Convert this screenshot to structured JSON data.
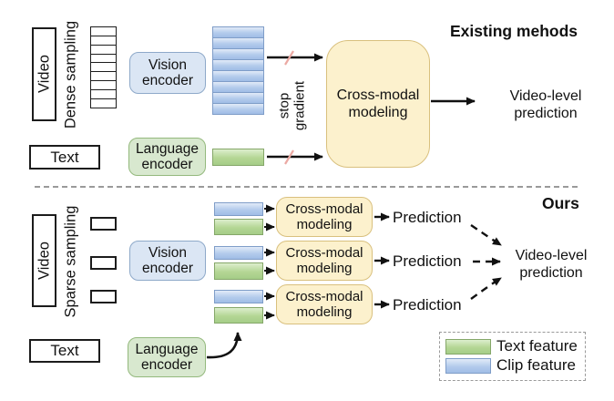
{
  "top": {
    "title": "Existing mehods",
    "video": "Video",
    "sampling": "Dense sampling",
    "text": "Text",
    "vision_encoder": "Vision encoder",
    "language_encoder": "Language encoder",
    "stop_gradient": "stop gradient",
    "cross_modal": "Cross-modal modeling",
    "video_level_prediction": "Video-level prediction"
  },
  "bottom": {
    "title": "Ours",
    "video": "Video",
    "sampling": "Sparse sampling",
    "text": "Text",
    "vision_encoder": "Vision encoder",
    "language_encoder": "Language encoder",
    "cross_modal_boxes": [
      "Cross-modal modeling",
      "Cross-modal modeling",
      "Cross-modal modeling"
    ],
    "predictions": [
      "Prediction",
      "Prediction",
      "Prediction"
    ],
    "video_level_prediction": "Video-level prediction"
  },
  "legend": {
    "text_feature": "Text feature",
    "clip_feature": "Clip feature"
  },
  "colors": {
    "vision_box_fill": "#dbe6f4",
    "vision_box_border": "#8ea9c9",
    "language_box_fill": "#d8e8cf",
    "language_box_border": "#94b97d",
    "cross_modal_fill": "#fcf1cd",
    "cross_modal_border": "#d9c07e",
    "clip_feature_fill": "#aec6e8",
    "clip_feature_border": "#7f9dc8",
    "text_feature_fill": "#aed08f",
    "text_feature_border": "#85a769",
    "stop_gradient_slash": "#eba9a3",
    "arrow": "#111111",
    "divider_dash": "#9a9a9a"
  }
}
